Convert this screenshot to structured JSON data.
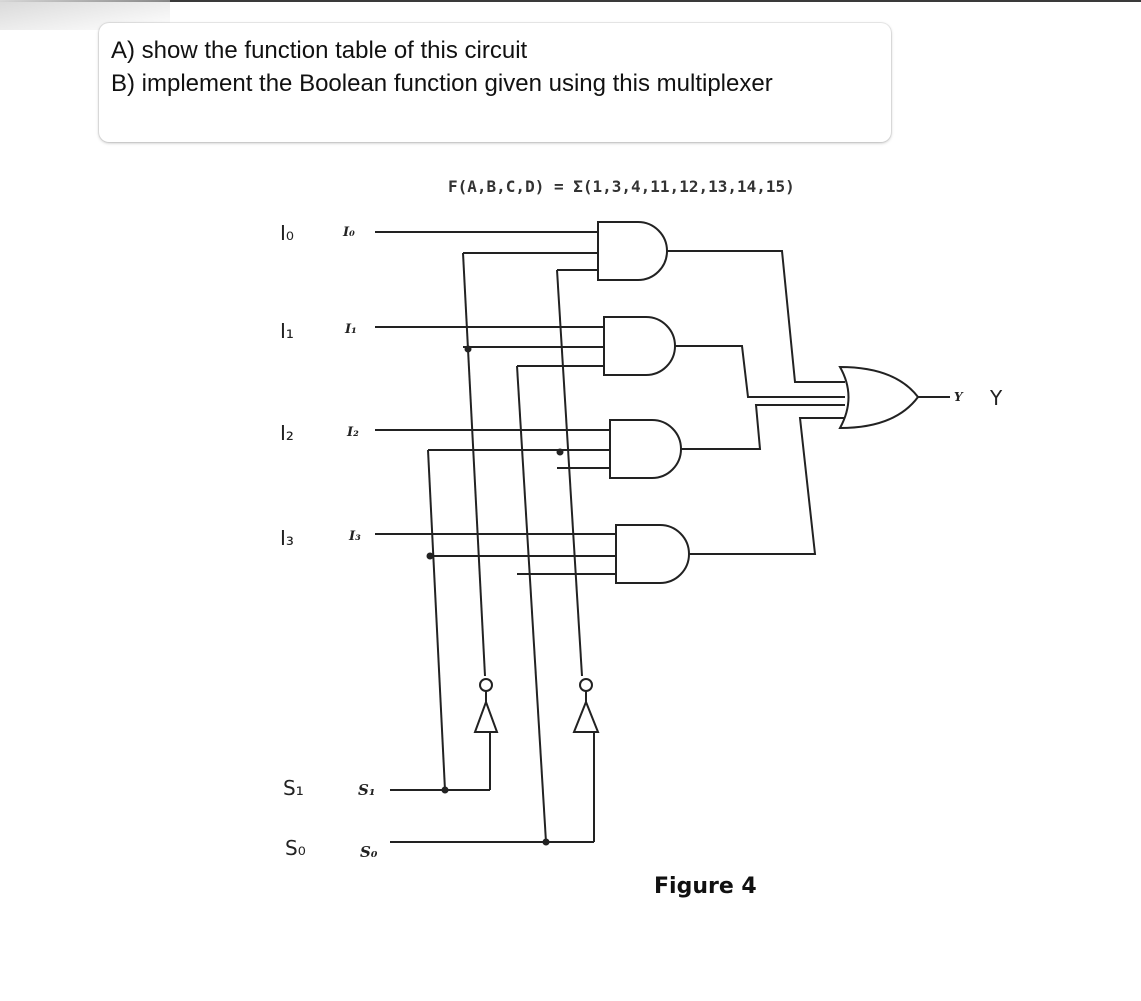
{
  "question": {
    "line_a": "A) show the function table of this circuit",
    "line_b": "B) implement the Boolean function given using this multiplexer"
  },
  "figure": {
    "function": "F(A,B,C,D) = Σ(1,3,4,11,12,13,14,15)",
    "caption": "Figure 4",
    "handwritten_labels": {
      "i0": "I₀",
      "i1": "I₁",
      "i2": "I₂",
      "i3": "I₃",
      "s1": "S₁",
      "s0": "S₀",
      "y": "Y"
    },
    "printed_labels": {
      "i0": "I₀",
      "i1": "I₁",
      "i2": "I₂",
      "i3": "I₃",
      "s1": "S₁",
      "s0": "S₀",
      "y": "Y"
    }
  }
}
